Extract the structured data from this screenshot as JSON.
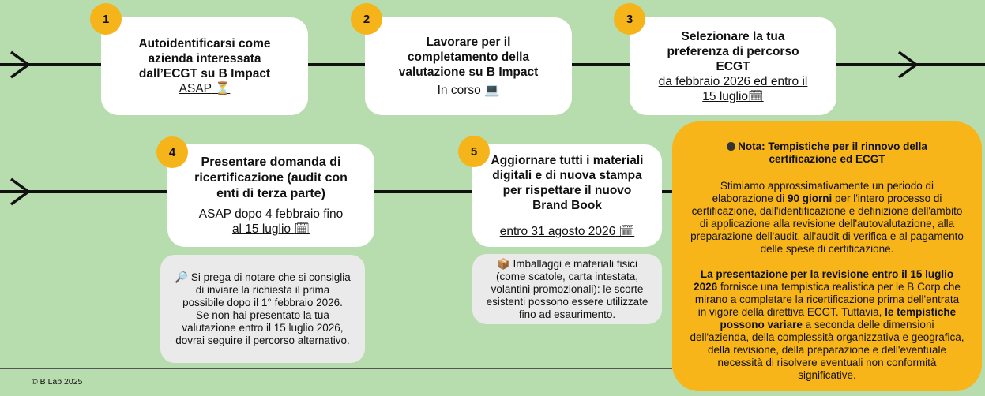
{
  "steps": [
    {
      "number": "1",
      "title_lines": [
        "Autoidentificarsi come",
        "azienda interessata",
        "dall’ECGT su B Impact"
      ],
      "status": "ASAP",
      "status_icon": "⏳"
    },
    {
      "number": "2",
      "title_lines": [
        "Lavorare per il",
        "completamento della",
        "valutazione su B Impact"
      ],
      "status": "In corso",
      "status_icon": "💻"
    },
    {
      "number": "3",
      "title_lines": [
        "Selezionare la tua",
        "preferenza di percorso",
        "ECGT"
      ],
      "status_lines": [
        "da febbraio 2026 ed entro il",
        "15 luglio"
      ],
      "status_icon": "🗓"
    },
    {
      "number": "4",
      "title_lines": [
        "Presentare domanda di",
        "ricertificazione (audit con",
        "enti di terza parte)"
      ],
      "status_lines": [
        "ASAP dopo 4 febbraio fino",
        "al 15 luglio"
      ],
      "status_icon": "🗓"
    },
    {
      "number": "5",
      "title_lines": [
        "Aggiornare tutti i materiali",
        "digitali e di nuova stampa",
        "per rispettare il nuovo",
        "Brand Book"
      ],
      "status": "entro 31 agosto 2026",
      "status_icon": "🗓"
    }
  ],
  "notes": {
    "step4_icon": "🔎",
    "step4_lines": [
      "Si prega di notare che si consiglia",
      "di inviare la richiesta il prima",
      "possibile dopo il 1° febbraio 2026.",
      "Se non hai presentato la tua",
      "valutazione entro il 15 luglio 2026,",
      "dovrai seguire il percorso alternativo."
    ],
    "step5_icon": "📦",
    "step5_lines": [
      "Imballaggi e materiali fisici",
      "(come scatole, carta intestata,",
      "volantini promozionali): le scorte",
      "esistenti possono essere utilizzate",
      "fino ad esaurimento."
    ]
  },
  "timing_note": {
    "title_lines": [
      "Nota: Tempistiche per il rinnovo della",
      "certificazione ed ECGT"
    ],
    "p1_a": "Stimiamo approssimativamente un periodo di elaborazione di ",
    "p1_bold": "90 giorni",
    "p1_b": " per l'intero processo di certificazione, dall'identificazione e definizione dell'ambito di applicazione alla revisione dell'autovalutazione, alla preparazione dell'audit, all'audit di verifica e al pagamento delle spese di certificazione.",
    "p2_bold1": "La presentazione per la revisione entro il 15 luglio 2026",
    "p2_a": " fornisce una tempistica realistica per le B Corp che mirano a completare la ricertificazione prima dell'entrata in vigore della direttiva ECGT. Tuttavia, ",
    "p2_bold2": "le tempistiche possono variare",
    "p2_b": " a seconda delle dimensioni dell'azienda, della complessità organizzativa e geografica, della revisione, della preparazione e dell'eventuale necessità di risolvere eventuali non conformità significative."
  },
  "footer": "© B Lab 2025"
}
